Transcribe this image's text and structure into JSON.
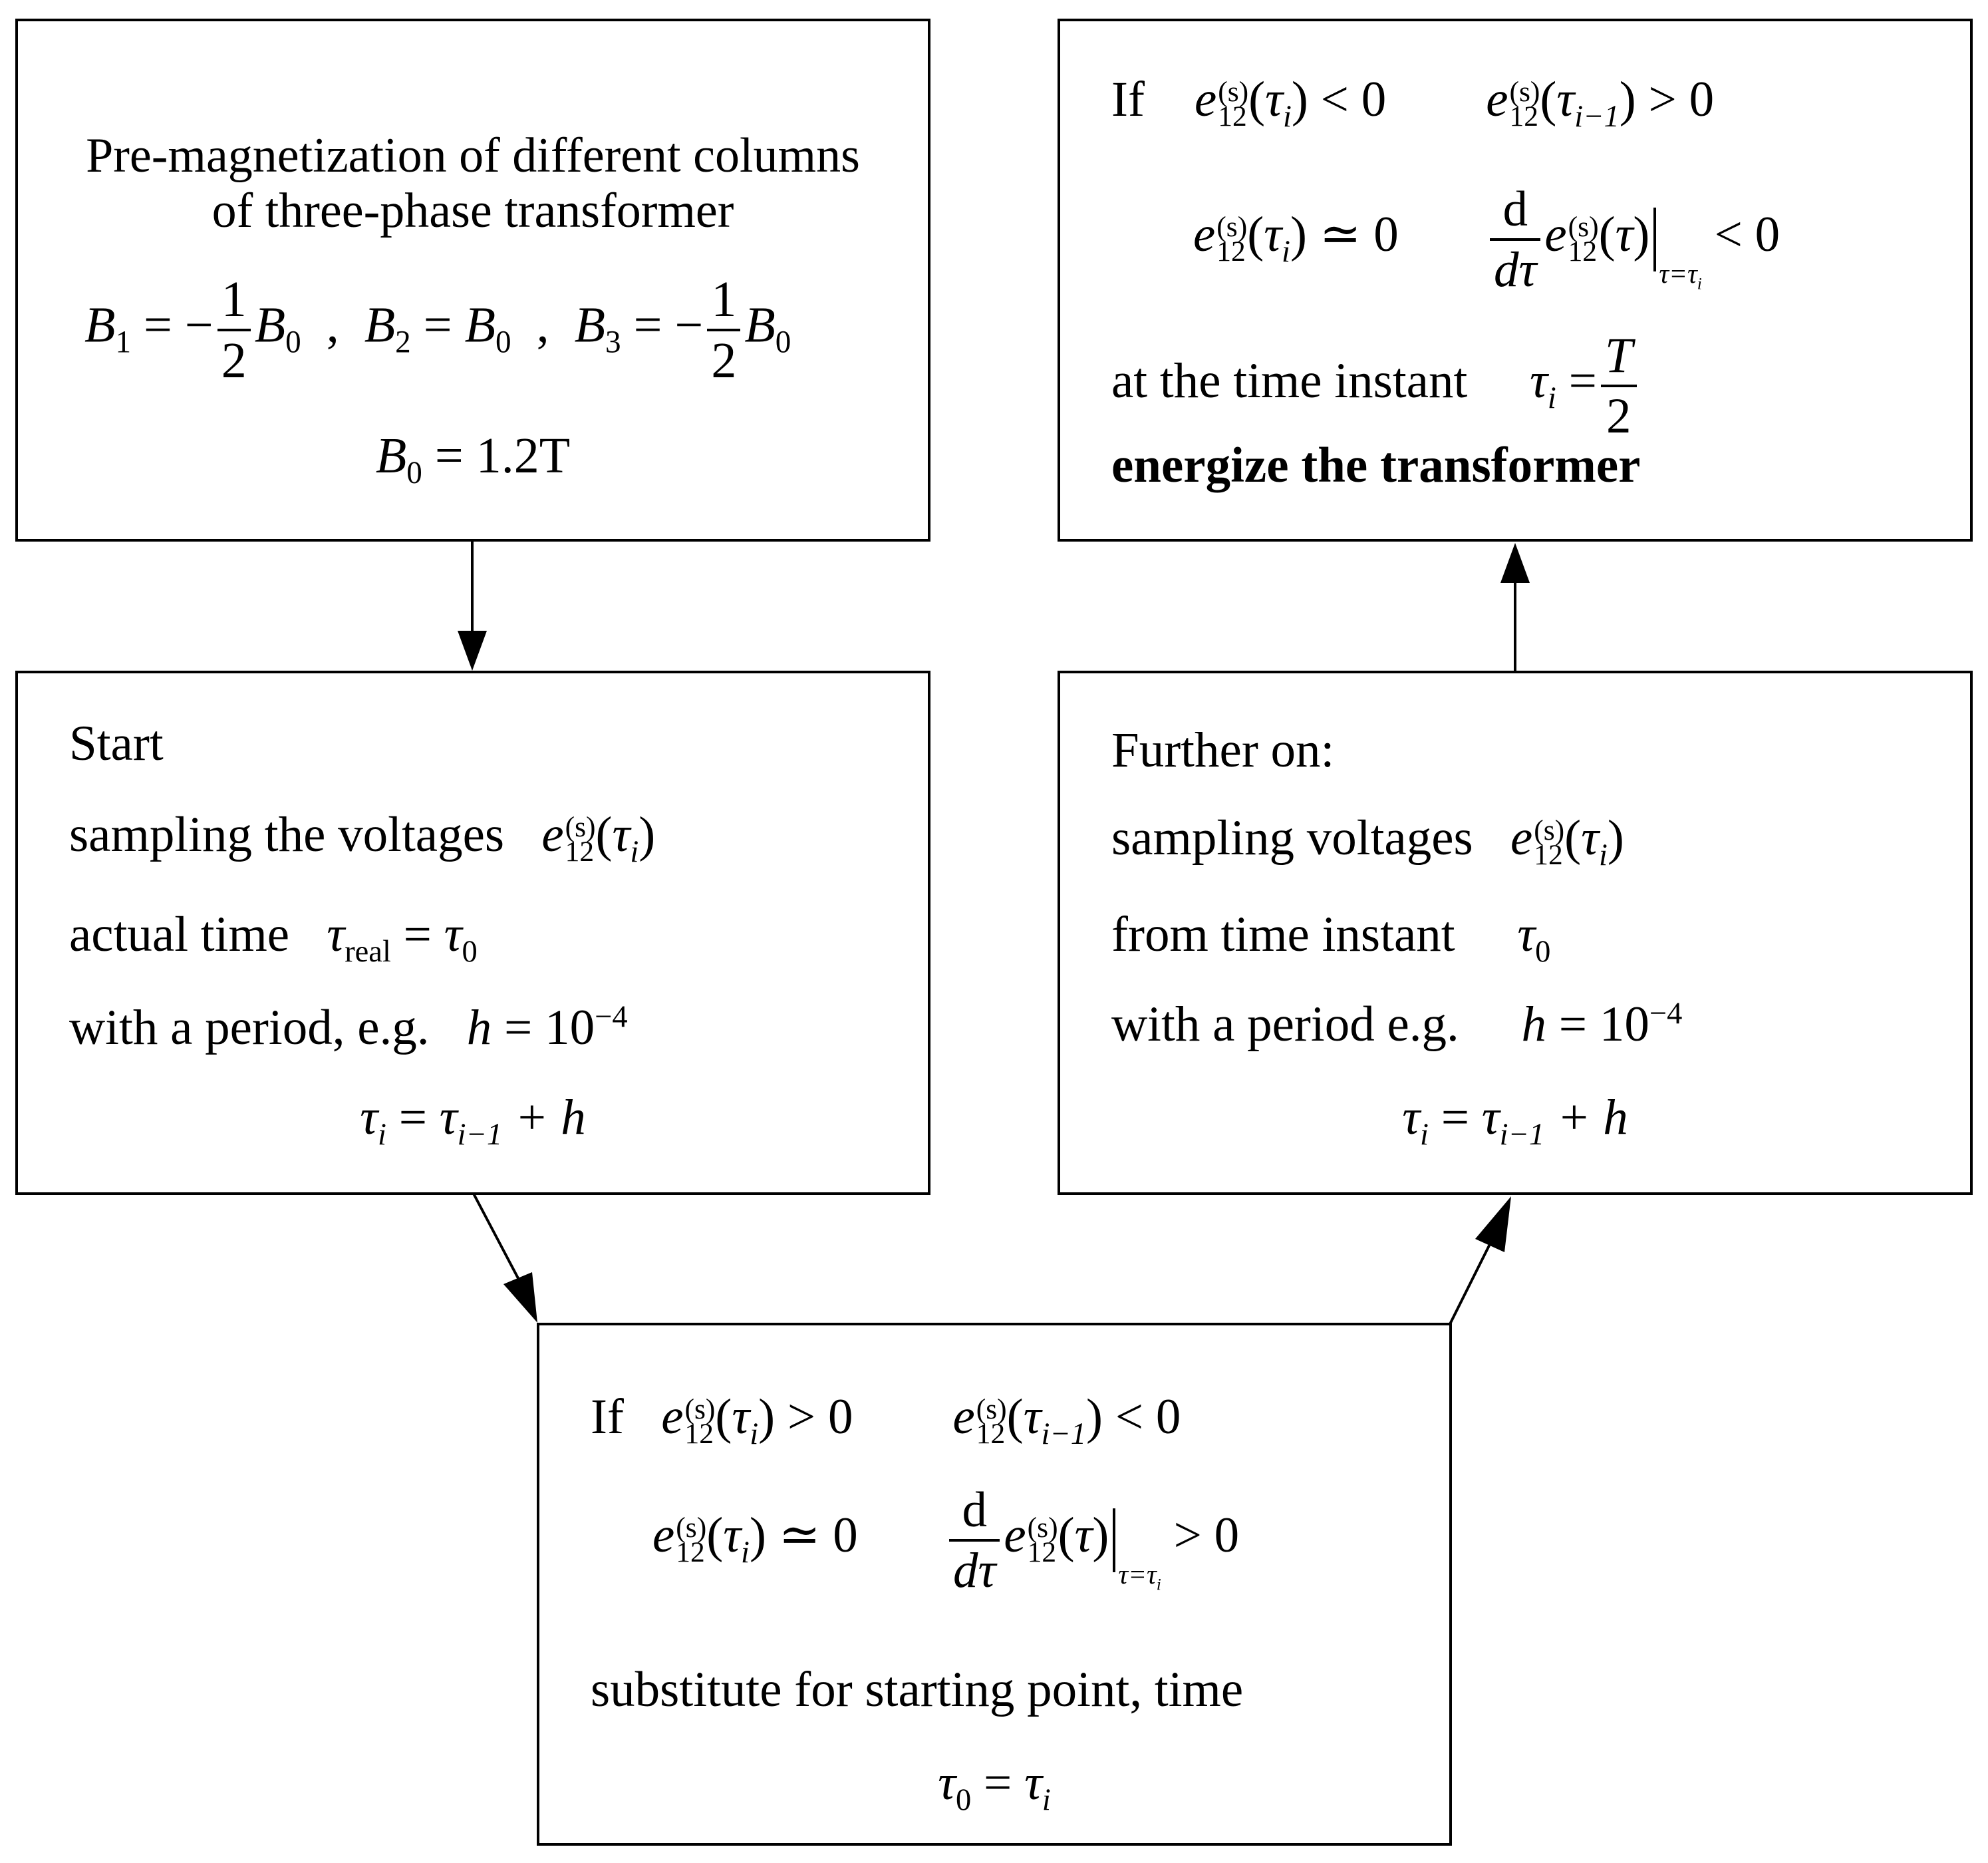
{
  "box_premag": {
    "title_line1": "Pre-magnetization of different columns",
    "title_line2": "of three-phase transformer",
    "B1": "B",
    "B1_sub": "1",
    "B2": "B",
    "B2_sub": "2",
    "B3": "B",
    "B3_sub": "3",
    "B0": "B",
    "B0_sub": "0",
    "eq_minus": "= −",
    "eq_plain": "=",
    "sep": ",",
    "half_num": "1",
    "half_den": "2",
    "b0_value": "= 1.2T"
  },
  "box_start": {
    "line1": "Start",
    "line2": "sampling the voltages",
    "line3": "actual time",
    "line4": "with a period, e.g.",
    "e": "e",
    "e_sup": "(s)",
    "e_sub": "12",
    "tau": "τ",
    "i": "i",
    "real": "real",
    "zero": "0",
    "h": "h",
    "ten": "= 10",
    "exp": "−4",
    "im1": "i−1",
    "plus_h": "+ h"
  },
  "box_cond": {
    "if": "If",
    "gt0": "> 0",
    "lt0": "< 0",
    "approx0": "≃ 0",
    "d": "d",
    "dtau": "dτ",
    "eval_sub": "τ=τ",
    "eval_i": "i",
    "line_sub": "substitute for starting point, time",
    "tau0_eq": "="
  },
  "box_further": {
    "line1": "Further on:",
    "line2": "sampling voltages",
    "line3": "from time instant",
    "line4": "with a period e.g."
  },
  "box_energize": {
    "if": "If",
    "lt0": "< 0",
    "gt0": "> 0",
    "approx0": "≃ 0",
    "line_instant": "at the time instant",
    "T": "T",
    "two": "2",
    "action": "energize the transformer"
  }
}
